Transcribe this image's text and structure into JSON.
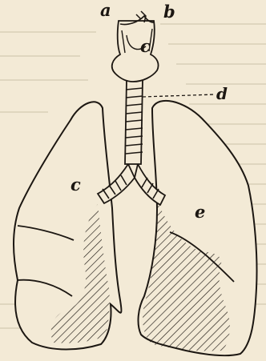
{
  "labels": {
    "a": "a",
    "b": "b",
    "c_larynx": "c",
    "d": "d",
    "c_right_lung": "c",
    "e": "e"
  },
  "colors": {
    "paper": "#f3ead6",
    "ink": "#1c1712",
    "show_through": "#b9ad95"
  }
}
